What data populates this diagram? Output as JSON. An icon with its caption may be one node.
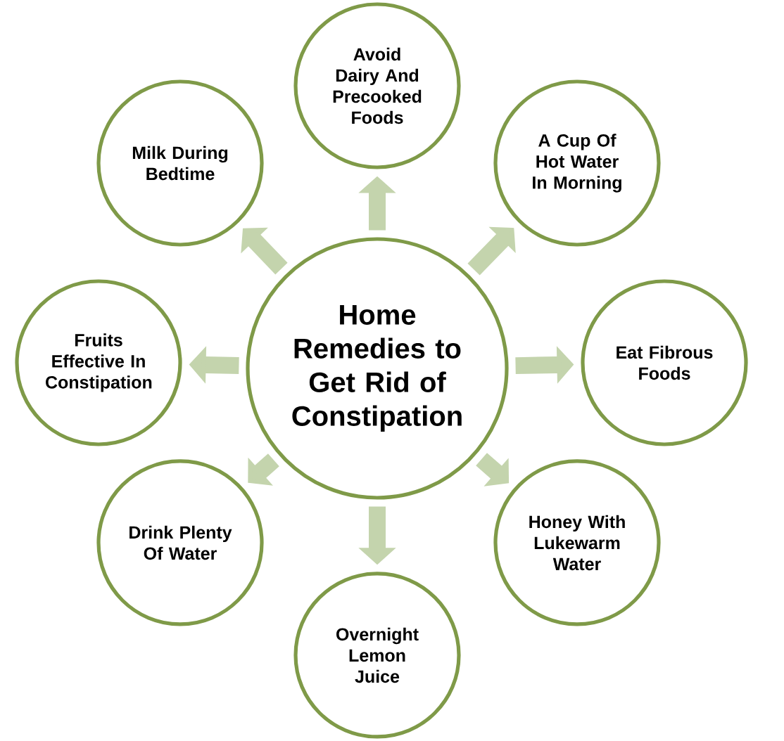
{
  "diagram": {
    "nodes": [
      {
        "text": [
          "Home Remedies to Get Rid of Constipation"
        ]
      },
      {
        "text": [
          "Avoid Dairy And Precooked Foods"
        ]
      },
      {
        "text": [
          "Milk During Bedtime"
        ]
      },
      {
        "text": [
          "A Cup Of Hot Water In Morning"
        ]
      },
      {
        "text": [
          "Fruits Effective In Constipation"
        ]
      },
      {
        "text": [
          "Eat Fibrous Foods"
        ]
      },
      {
        "text": [
          "Drink Plenty Of Water"
        ]
      },
      {
        "text": [
          "Honey With Lukewarm Water"
        ]
      },
      {
        "text": [
          "Overnight Lemon Juice"
        ]
      }
    ],
    "edges": [
      {
        "from": 0,
        "to": 1,
        "arrow": "to"
      },
      {
        "from": 0,
        "to": 3,
        "arrow": "to"
      },
      {
        "from": 0,
        "to": 5,
        "arrow": "to"
      },
      {
        "from": 0,
        "to": 7,
        "arrow": "to"
      },
      {
        "from": 0,
        "to": 8,
        "arrow": "to"
      },
      {
        "from": 0,
        "to": 6,
        "arrow": "to"
      },
      {
        "from": 0,
        "to": 4,
        "arrow": "to"
      },
      {
        "from": 0,
        "to": 2,
        "arrow": "to"
      }
    ]
  }
}
